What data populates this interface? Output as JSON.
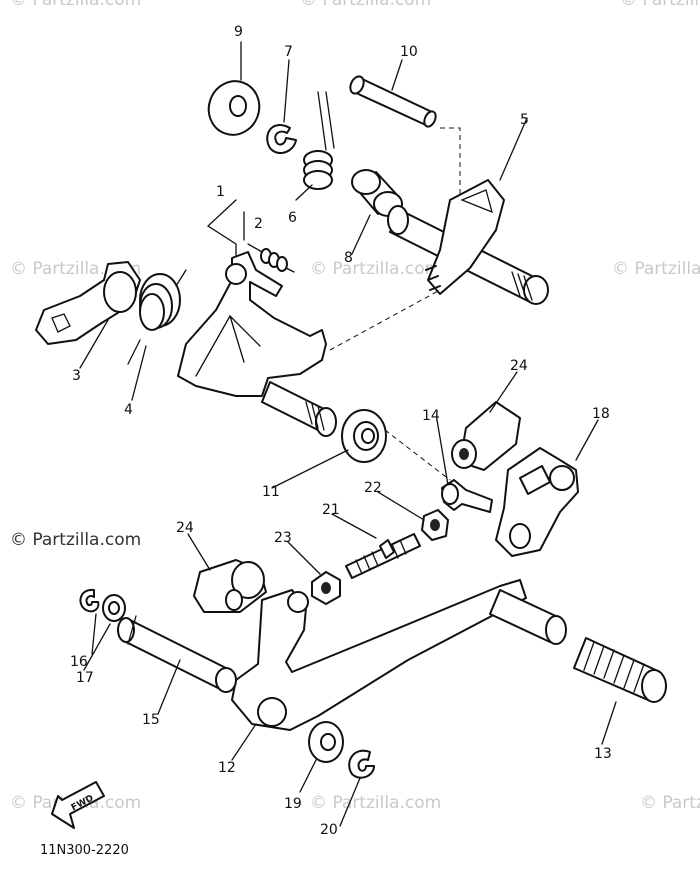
{
  "watermark": "© Partzilla.com",
  "diagram_code": "11N300-2220",
  "fwd_label": "FWD",
  "callouts": {
    "c1": "1",
    "c2": "2",
    "c3": "3",
    "c4": "4",
    "c5": "5",
    "c6": "6",
    "c7": "7",
    "c8": "8",
    "c9": "9",
    "c10": "10",
    "c11": "11",
    "c12": "12",
    "c13": "13",
    "c14": "14",
    "c15": "15",
    "c16": "16",
    "c17": "17",
    "c18": "18",
    "c19": "19",
    "c20": "20",
    "c21": "21",
    "c22": "22",
    "c23": "23",
    "c24a": "24",
    "c24b": "24"
  }
}
